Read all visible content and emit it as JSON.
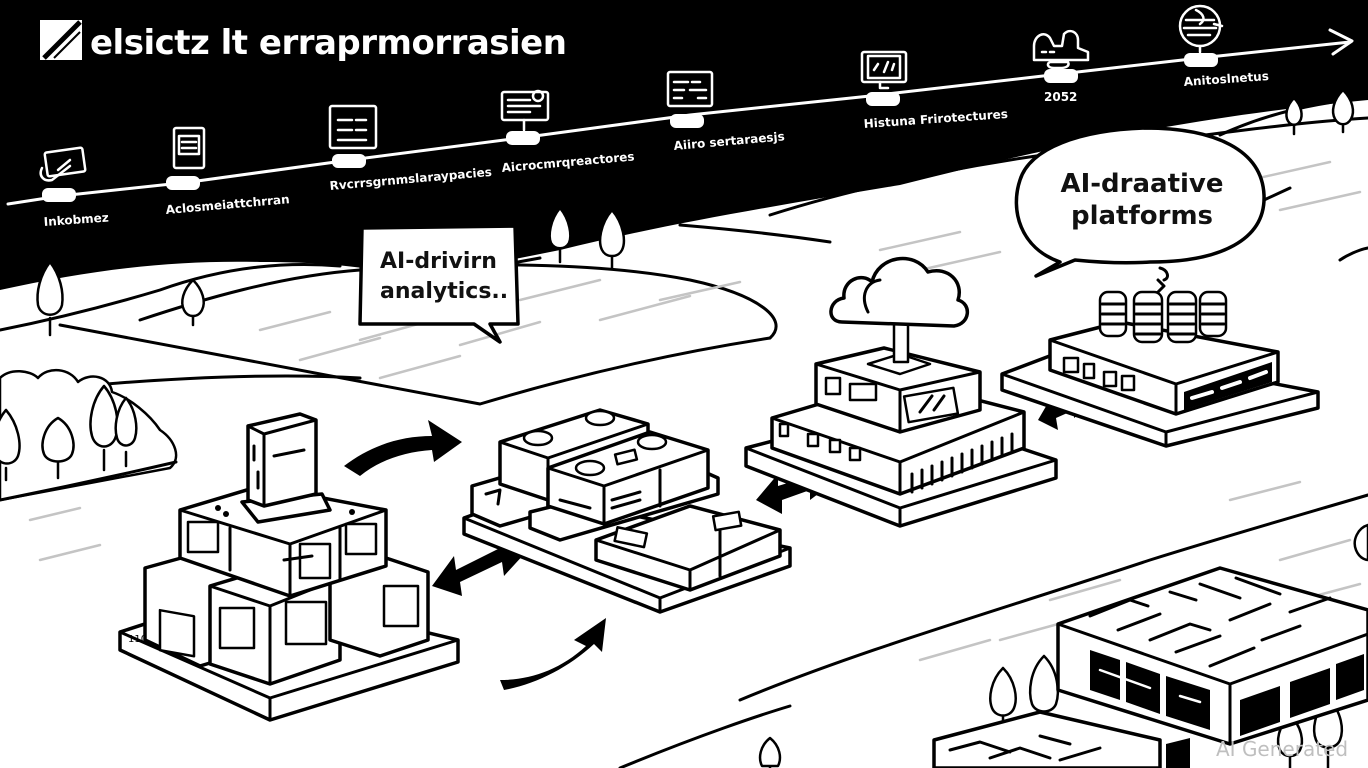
{
  "header": {
    "title": "elsictz lt erraprmorrasien",
    "logo_icon": "diagonal-slash-logo-icon"
  },
  "timeline": {
    "arrow_icon": "arrow-right-icon",
    "milestones": [
      {
        "label": "Inkobmez",
        "icon": "laptop-icon"
      },
      {
        "label": "Aclosmeiattchrran",
        "icon": "terminal-icon"
      },
      {
        "label": "Rvcrrsgrnmslaraypacies",
        "icon": "document-monitor-icon"
      },
      {
        "label": "Aicrocmrqreactores",
        "icon": "dashboard-sign-icon"
      },
      {
        "label": "Aiiro sertaraesjs",
        "icon": "code-monitor-icon"
      },
      {
        "label": "Histuna Frirotectures",
        "icon": "data-monitor-icon"
      },
      {
        "label": "2052",
        "icon": "cloud-computer-icon"
      },
      {
        "label": "Anitoslnetus",
        "icon": "globe-icon"
      }
    ]
  },
  "callouts": [
    {
      "id": "analytics",
      "lines": [
        "AI-drivirn",
        "analytics.."
      ]
    },
    {
      "id": "platforms",
      "lines": [
        "AI-draative",
        "platforms"
      ]
    }
  ],
  "stages": [
    {
      "name": "monolith-server-stack",
      "icon": "server-stack-icon"
    },
    {
      "name": "modular-services-cluster",
      "icon": "modules-cluster-icon"
    },
    {
      "name": "cloud-server-platform",
      "icon": "cloud-server-icon"
    },
    {
      "name": "database-cluster-platform",
      "icon": "database-cluster-icon"
    },
    {
      "name": "data-center-building",
      "icon": "building-icon"
    }
  ],
  "watermark": "AI Generated"
}
